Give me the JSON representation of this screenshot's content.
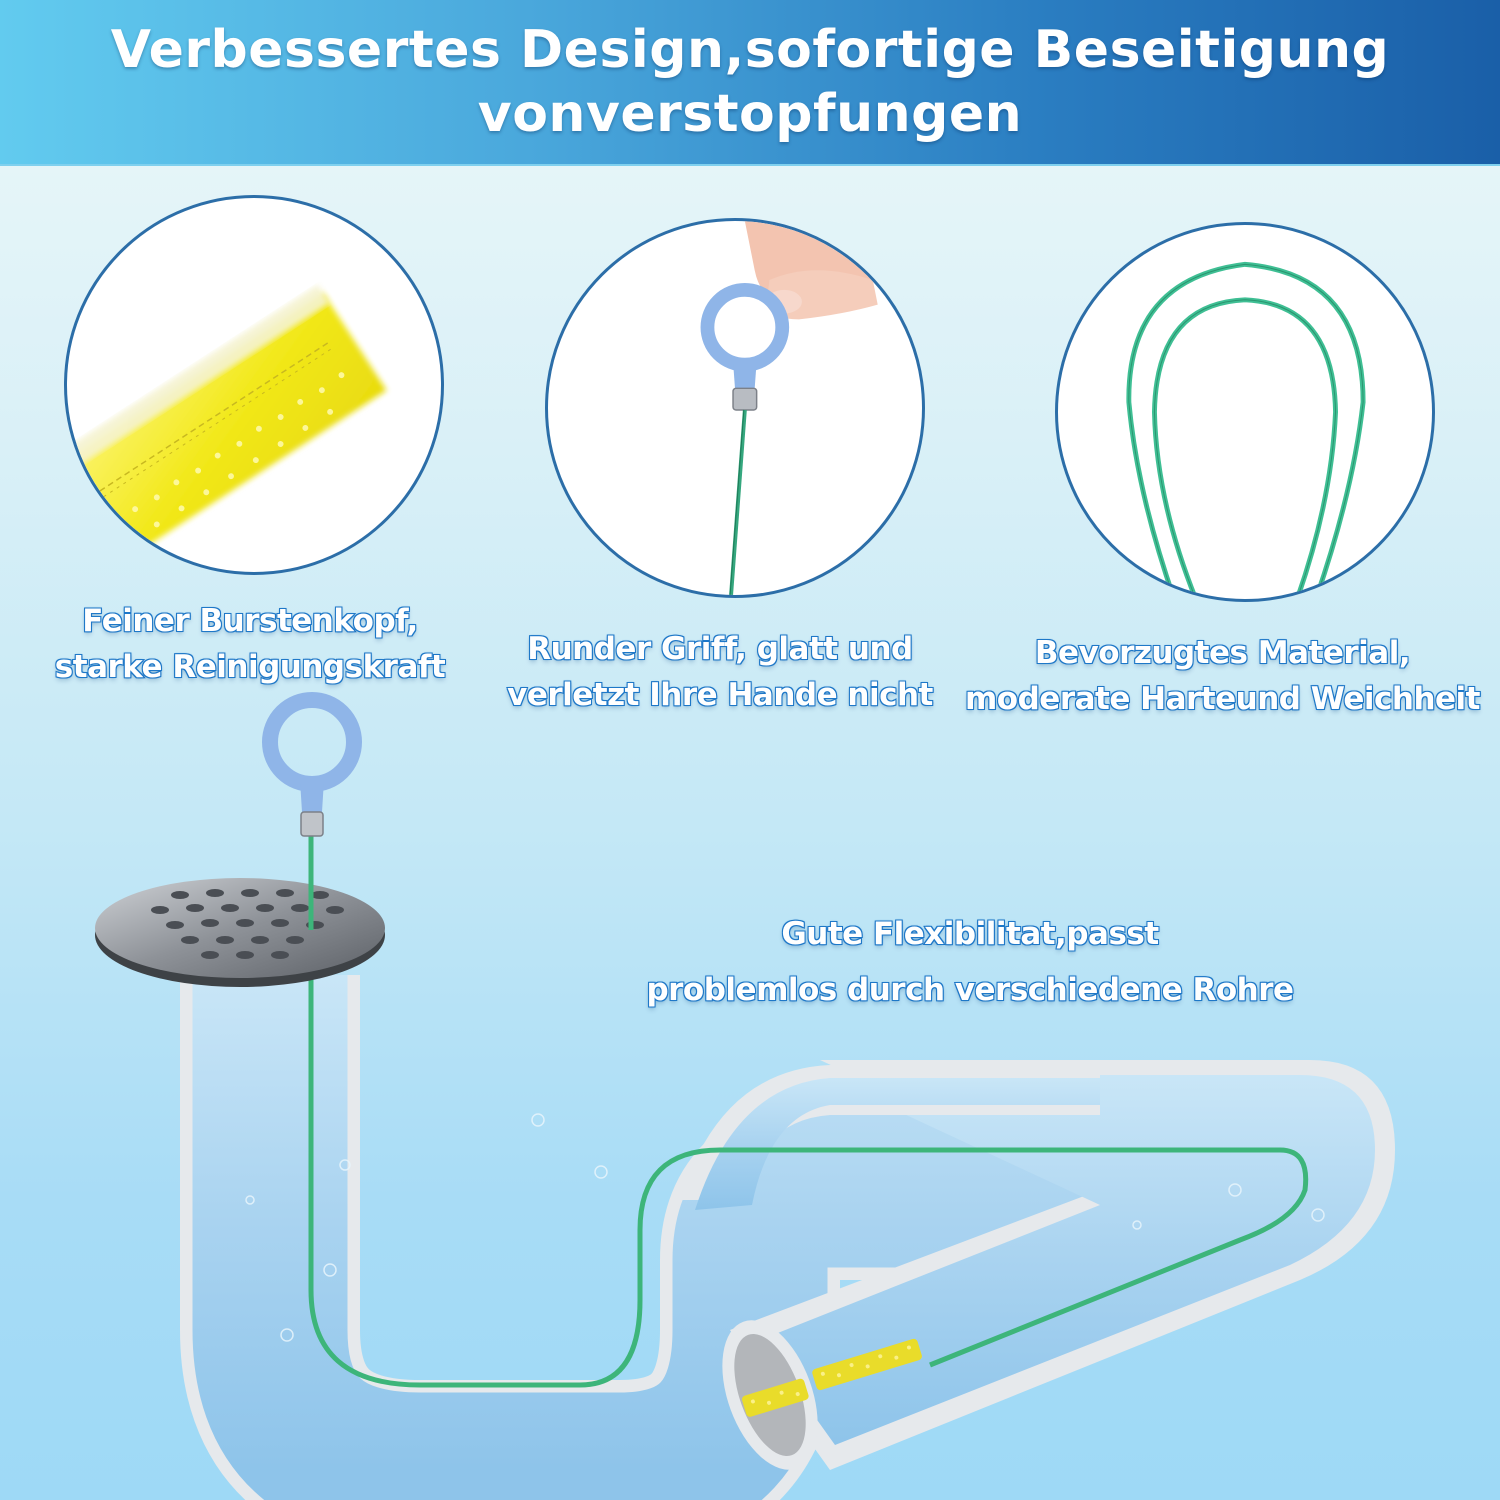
{
  "header": {
    "title_line1": "Verbessertes Design,sofortige Beseitigung",
    "title_line2": "vonverstopfungen"
  },
  "features": [
    {
      "image": "yellow-brush-head-closeup",
      "caption_line1": "Feiner Burstenkopf,",
      "caption_line2": "starke Reinigungskraft"
    },
    {
      "image": "hand-holding-round-handle",
      "caption_line1": "Runder Griff, glatt und",
      "caption_line2": "verletzt Ihre Hande nicht"
    },
    {
      "image": "green-wire-loop",
      "caption_line1": "Bevorzugtes Material,",
      "caption_line2": "moderate Harteund Weichheit"
    }
  ],
  "illustration": {
    "caption_line1": "Gute Flexibilitat,passt",
    "caption_line2": "problemlos durch verschiedene Rohre",
    "elements": [
      "ring-handle",
      "drain-cover",
      "s-trap-pipe",
      "green-wire",
      "yellow-brush-head"
    ]
  },
  "colors": {
    "header_start": "#62cbef",
    "header_end": "#1a5fa8",
    "caption_outline": "#1f78c8",
    "circle_border": "#2c6ea8",
    "handle_blue": "#8fb5e8",
    "wire_green": "#3db57a",
    "brush_yellow": "#f2e81a",
    "background_bottom": "#9ed9f6"
  }
}
